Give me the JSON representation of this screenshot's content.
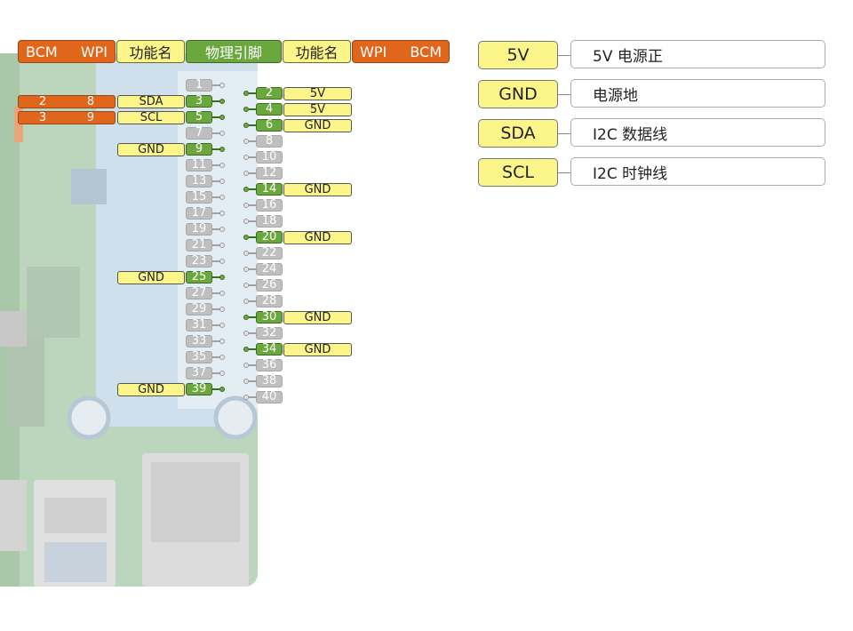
{
  "header": {
    "left_group": [
      "BCM",
      "WPI"
    ],
    "left_func": "功能名",
    "physical": "物理引脚",
    "right_func": "功能名",
    "right_group": [
      "WPI",
      "BCM"
    ]
  },
  "pins": [
    {
      "n": "1",
      "c": "gray"
    },
    {
      "n": "2",
      "c": "green"
    },
    {
      "n": "3",
      "c": "green"
    },
    {
      "n": "4",
      "c": "green"
    },
    {
      "n": "5",
      "c": "green"
    },
    {
      "n": "6",
      "c": "green"
    },
    {
      "n": "7",
      "c": "gray"
    },
    {
      "n": "8",
      "c": "gray"
    },
    {
      "n": "9",
      "c": "green"
    },
    {
      "n": "10",
      "c": "gray"
    },
    {
      "n": "11",
      "c": "gray"
    },
    {
      "n": "12",
      "c": "gray"
    },
    {
      "n": "13",
      "c": "gray"
    },
    {
      "n": "14",
      "c": "green"
    },
    {
      "n": "15",
      "c": "gray"
    },
    {
      "n": "16",
      "c": "gray"
    },
    {
      "n": "17",
      "c": "gray"
    },
    {
      "n": "18",
      "c": "gray"
    },
    {
      "n": "19",
      "c": "gray"
    },
    {
      "n": "20",
      "c": "green"
    },
    {
      "n": "21",
      "c": "gray"
    },
    {
      "n": "22",
      "c": "gray"
    },
    {
      "n": "23",
      "c": "gray"
    },
    {
      "n": "24",
      "c": "gray"
    },
    {
      "n": "25",
      "c": "green"
    },
    {
      "n": "26",
      "c": "gray"
    },
    {
      "n": "27",
      "c": "gray"
    },
    {
      "n": "28",
      "c": "gray"
    },
    {
      "n": "29",
      "c": "gray"
    },
    {
      "n": "30",
      "c": "green"
    },
    {
      "n": "31",
      "c": "gray"
    },
    {
      "n": "32",
      "c": "gray"
    },
    {
      "n": "33",
      "c": "gray"
    },
    {
      "n": "34",
      "c": "green"
    },
    {
      "n": "35",
      "c": "gray"
    },
    {
      "n": "36",
      "c": "gray"
    },
    {
      "n": "37",
      "c": "gray"
    },
    {
      "n": "38",
      "c": "gray"
    },
    {
      "n": "39",
      "c": "green"
    },
    {
      "n": "40",
      "c": "gray"
    }
  ],
  "left_labels": [
    {
      "pin": 3,
      "func": "SDA",
      "bcm": "2",
      "wpi": "8"
    },
    {
      "pin": 5,
      "func": "SCL",
      "bcm": "3",
      "wpi": "9"
    },
    {
      "pin": 9,
      "func": "GND"
    },
    {
      "pin": 25,
      "func": "GND"
    },
    {
      "pin": 39,
      "func": "GND"
    }
  ],
  "right_labels": [
    {
      "pin": 2,
      "func": "5V"
    },
    {
      "pin": 4,
      "func": "5V"
    },
    {
      "pin": 6,
      "func": "GND"
    },
    {
      "pin": 14,
      "func": "GND"
    },
    {
      "pin": 20,
      "func": "GND"
    },
    {
      "pin": 30,
      "func": "GND"
    },
    {
      "pin": 34,
      "func": "GND"
    }
  ],
  "legend": [
    {
      "key": "5V",
      "desc": "5V 电源正"
    },
    {
      "key": "GND",
      "desc": "电源地"
    },
    {
      "key": "SDA",
      "desc": "I2C 数据线"
    },
    {
      "key": "SCL",
      "desc": "I2C 时钟线"
    }
  ],
  "colors": {
    "orange": "#e0661b",
    "yellow": "#fbf58a",
    "green": "#6aa83d",
    "gray": "#bfbfbf"
  }
}
